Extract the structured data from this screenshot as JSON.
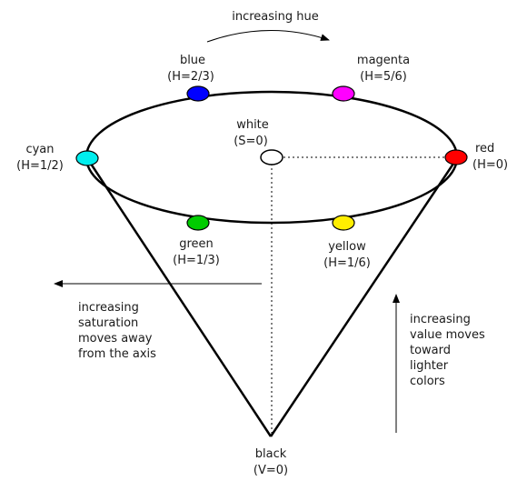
{
  "hue_caption": "increasing hue",
  "center": {
    "name": "white",
    "value": "(S=0)"
  },
  "apex": {
    "name": "black",
    "value": "(V=0)"
  },
  "hue_points": [
    {
      "id": "red",
      "name": "red",
      "value": "(H=0)",
      "color": "#ff0000"
    },
    {
      "id": "yellow",
      "name": "yellow",
      "value": "(H=1/6)",
      "color": "#ffee00"
    },
    {
      "id": "green",
      "name": "green",
      "value": "(H=1/3)",
      "color": "#00cc00"
    },
    {
      "id": "cyan",
      "name": "cyan",
      "value": "(H=1/2)",
      "color": "#00eeee"
    },
    {
      "id": "blue",
      "name": "blue",
      "value": "(H=2/3)",
      "color": "#0000ff"
    },
    {
      "id": "magenta",
      "name": "magenta",
      "value": "(H=5/6)",
      "color": "#ff00ff"
    }
  ],
  "saturation_note": [
    "increasing",
    "saturation",
    "moves away",
    "from the axis"
  ],
  "value_note": [
    "increasing",
    "value moves",
    "toward",
    "lighter",
    "colors"
  ],
  "colors": {
    "stroke": "#000000",
    "text": "#1a1a1a",
    "white_point": "#ffffff"
  }
}
